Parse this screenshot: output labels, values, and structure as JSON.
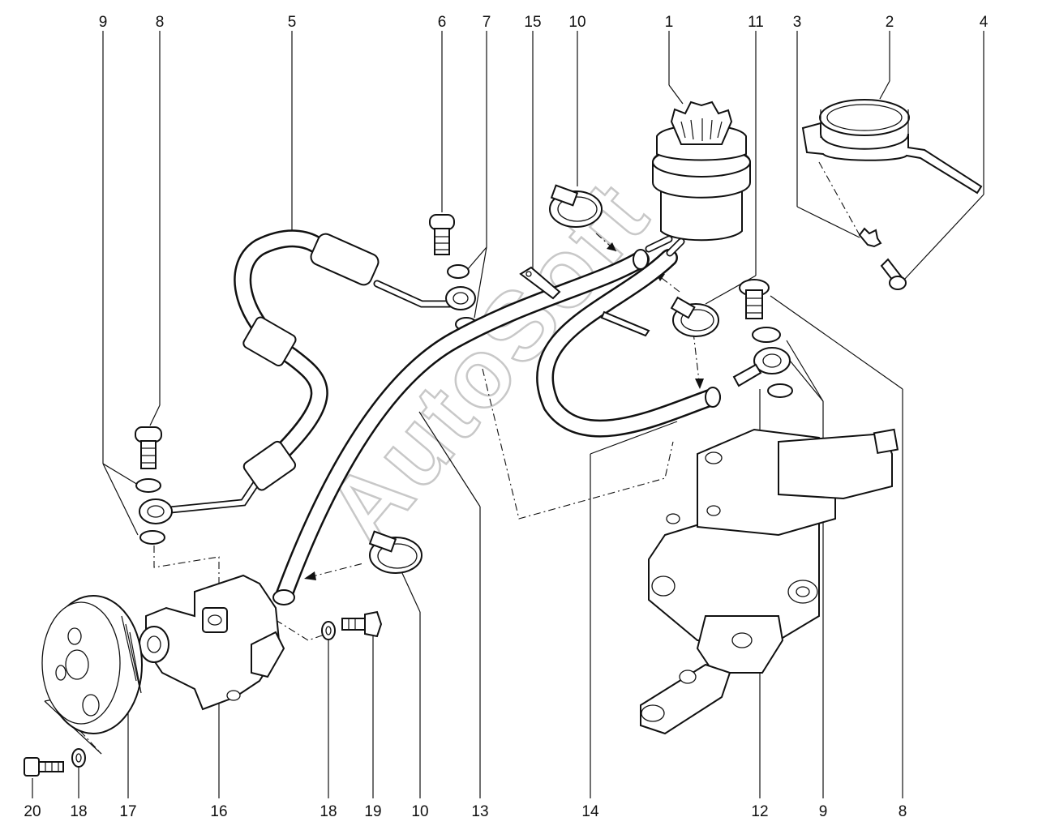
{
  "diagram": {
    "watermark": "AutoSoft",
    "labels": {
      "n1": "1",
      "n2": "2",
      "n3": "3",
      "n4": "4",
      "n5": "5",
      "n6": "6",
      "n7": "7",
      "n8_left": "8",
      "n8_right": "8",
      "n9_left": "9",
      "n9_right": "9",
      "n10_top": "10",
      "n10_bottom": "10",
      "n11": "11",
      "n12": "12",
      "n13": "13",
      "n14": "14",
      "n15": "15",
      "n16": "16",
      "n17": "17",
      "n18_left": "18",
      "n18_mid": "18",
      "n19": "19",
      "n20": "20"
    }
  }
}
